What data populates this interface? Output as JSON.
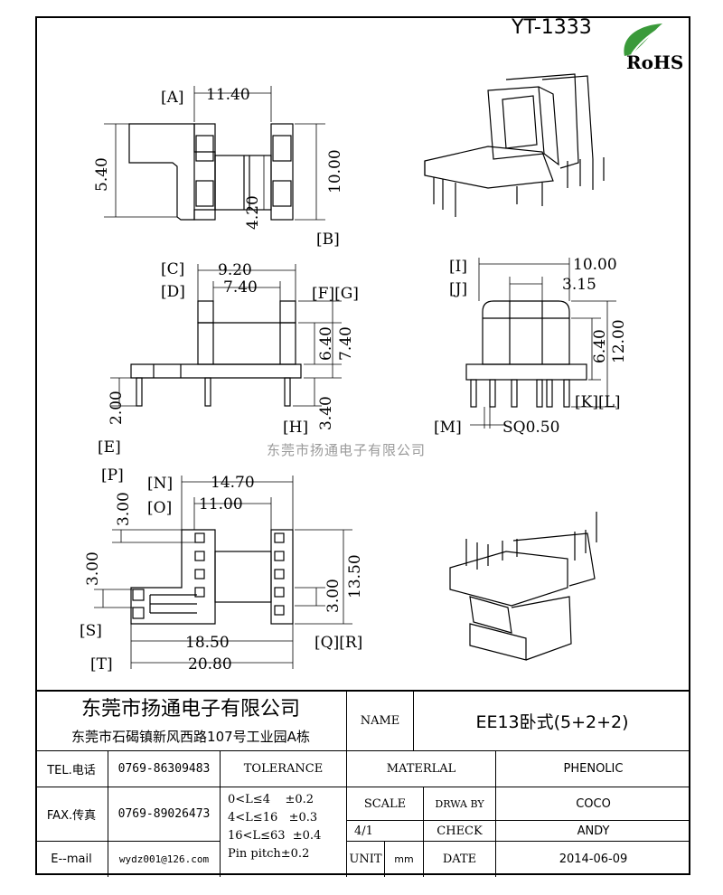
{
  "part_number": "YT-1333",
  "rohs_label": "RoHS",
  "watermark": "东莞市扬通电子有限公司",
  "dims": {
    "A": "A",
    "B": "B",
    "C": "C",
    "D": "D",
    "E": "E",
    "F": "F",
    "G": "G",
    "H": "H",
    "I": "I",
    "J": "J",
    "K": "K",
    "L": "L",
    "M": "M",
    "N": "N",
    "O": "O",
    "P": "P",
    "Q": "Q",
    "R": "R",
    "S": "S",
    "T": "T",
    "v_11_40": "11.40",
    "v_5_40": "5.40",
    "v_10_00_b": "10.00",
    "v_4_20": "4.20",
    "v_9_20": "9.20",
    "v_7_40_d": "7.40",
    "v_6_40_f": "6.40",
    "v_7_40_g": "7.40",
    "v_2_00": "2.00",
    "v_3_40": "3.40",
    "v_10_00_i": "10.00",
    "v_3_15": "3.15",
    "v_6_40_k": "6.40",
    "v_12_00": "12.00",
    "v_sq": "SQ0.50",
    "v_14_70": "14.70",
    "v_11_00": "11.00",
    "v_3_00_p": "3.00",
    "v_3_00_s": "3.00",
    "v_3_00_q": "3.00",
    "v_13_50": "13.50",
    "v_18_50": "18.50",
    "v_20_80": "20.80"
  },
  "title_block": {
    "company": "东莞市扬通电子有限公司",
    "address": "东莞市石碣镇新风西路107号工业园A栋",
    "name_label": "NAME",
    "name_value": "EE13卧式(5+2+2)",
    "tel_label": "TEL.电话",
    "tel_value": "0769-86309483",
    "fax_label": "FAX.传真",
    "fax_value": "0769-89026473",
    "email_label": "E--mail",
    "email_value": "wydz001@126.com",
    "tolerance_label": "TOLERANCE",
    "tolerance_lines": [
      "0<L≤4    ±0.2",
      "4<L≤16   ±0.3",
      "16<L≤63  ±0.4",
      "Pin pitch±0.2"
    ],
    "material_label": "MATERLAL",
    "material_value": "PHENOLIC",
    "scale_label": "SCALE",
    "scale_value": "4/1",
    "drwa_label": "DRWA BY",
    "drwa_value": "COCO",
    "check_label": "CHECK",
    "check_value": "ANDY",
    "unit_label": "UNIT",
    "unit_value": "mm",
    "date_label": "DATE",
    "date_value": "2014-06-09"
  }
}
